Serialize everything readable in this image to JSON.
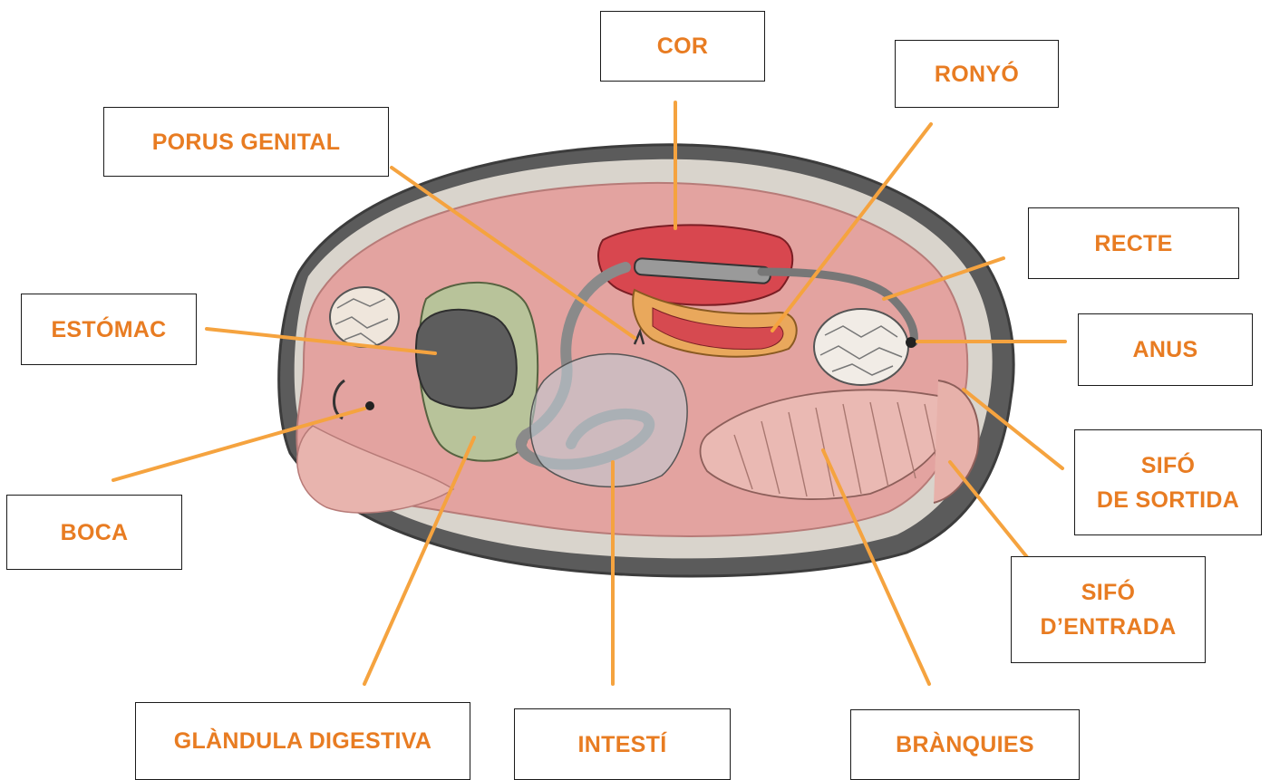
{
  "colors": {
    "label_text": "#e87c22",
    "leader_line": "#f5a33f",
    "shell_dark": "#5b5b5b",
    "body_flesh": "#e3a3a0",
    "heart_red": "#d8474f",
    "digestive_green": "#b8c39a",
    "stomach_gray": "#5d5d5d",
    "intestine_gray": "#8a8a8a",
    "kidney_orange": "#e9a85c"
  },
  "labels": {
    "cor": "COR",
    "ronyo": "RONYÓ",
    "porus_genital": "PORUS GENITAL",
    "recte": "RECTE",
    "estomac": "ESTÓMAC",
    "anus": "ANUS",
    "sifo_sortida": [
      "SIFÓ",
      "DE SORTIDA"
    ],
    "boca": "BOCA",
    "sifo_entrada": [
      "SIFÓ",
      "D’ENTRADA"
    ],
    "glandula_digestiva": "GLÀNDULA DIGESTIVA",
    "intesti": "INTESTÍ",
    "branquies": "BRÀNQUIES"
  }
}
